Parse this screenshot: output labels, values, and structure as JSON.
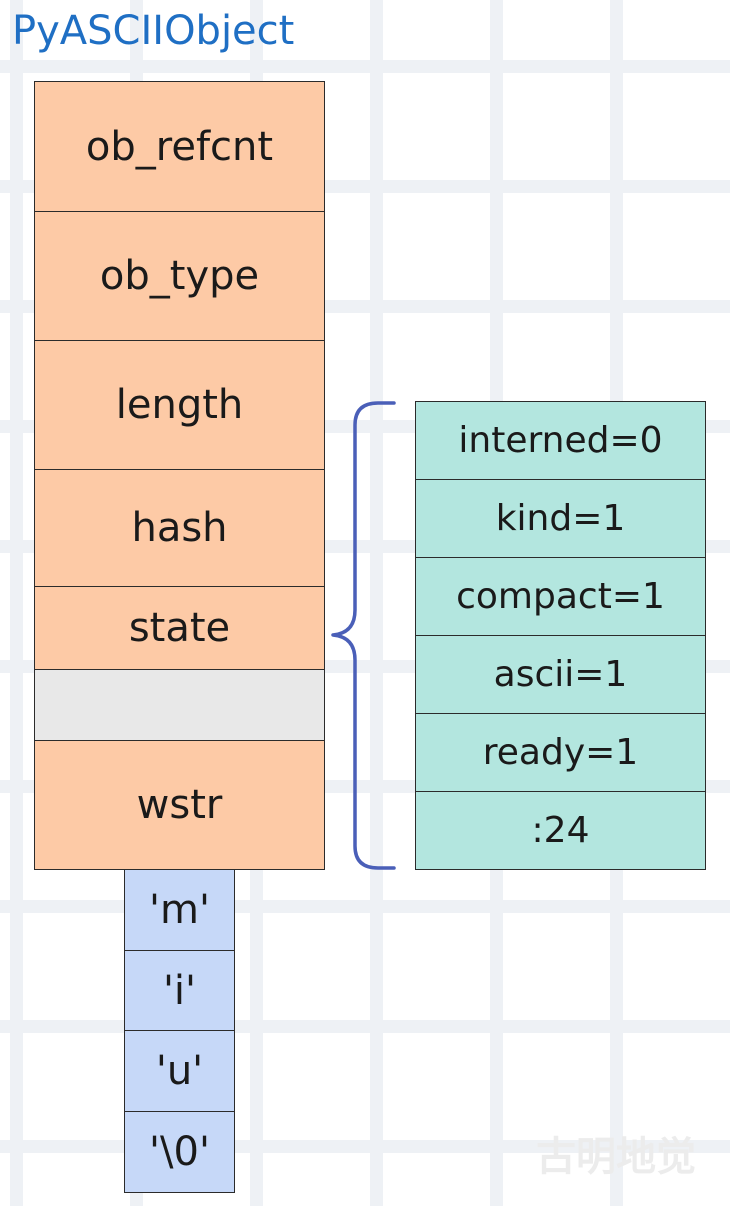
{
  "title": "PyASCIIObject",
  "fields": [
    "ob_refcnt",
    "ob_type",
    "length",
    "hash",
    "state",
    "",
    "wstr"
  ],
  "state_bits": [
    "interned=0",
    "kind=1",
    "compact=1",
    "ascii=1",
    "ready=1",
    ":24"
  ],
  "chars": [
    "'m'",
    "'i'",
    "'u'",
    "'\\0'"
  ],
  "watermark": "古明地觉",
  "colors": {
    "title": "#1f6fc4",
    "field_fill": "#fdcaa6",
    "padding_fill": "#e8e8e8",
    "state_fill": "#b3e6df",
    "char_fill": "#c6d8f8",
    "brace": "#4a5fb8"
  }
}
